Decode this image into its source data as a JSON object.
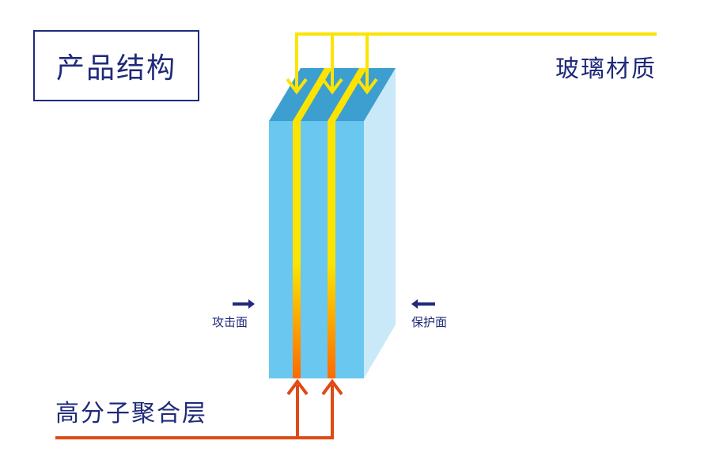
{
  "title": "产品结构",
  "labels": {
    "glass": "玻璃材质",
    "polymer": "高分子聚合层",
    "attack_face": "攻击面",
    "protect_face": "保护面"
  },
  "colors": {
    "text": "#1f2a7a",
    "glass_front": "#6ac7ef",
    "glass_top": "#3d9fd0",
    "glass_side": "#c9e9f8",
    "interlayer_yellow": "#fde400",
    "interlayer_orange": "#ff6a00",
    "polymer_line": "#e04a14",
    "glass_line": "#fde400"
  }
}
